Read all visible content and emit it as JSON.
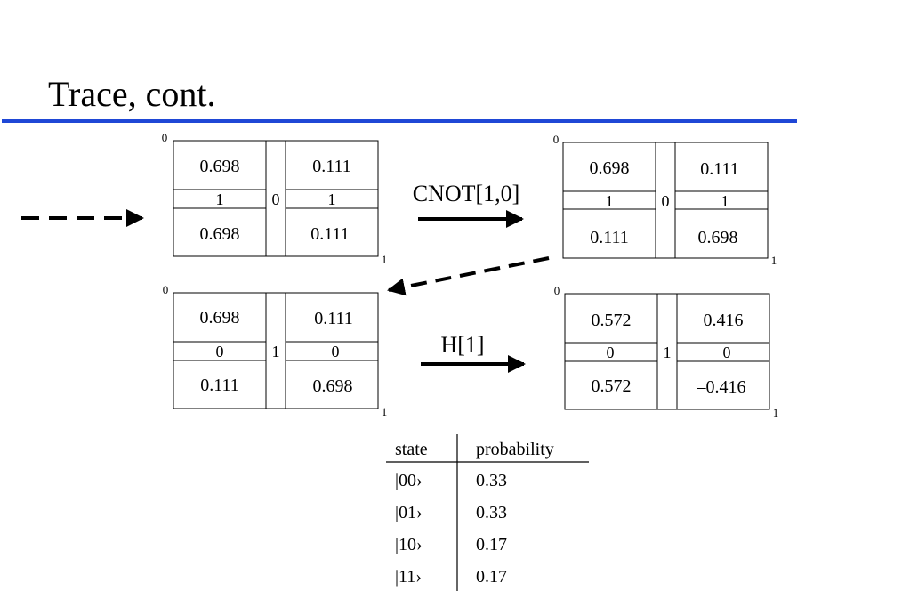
{
  "slide": {
    "title": "Trace, cont."
  },
  "panels": [
    {
      "id": "panel-top-left",
      "corner_top": "0",
      "corner_bottom": "1",
      "middle_label": "0",
      "left_block": {
        "top": "0.698",
        "label": "1",
        "bottom": "0.698"
      },
      "right_block": {
        "top": "0.111",
        "label": "1",
        "bottom": "0.111"
      }
    },
    {
      "id": "panel-top-right",
      "corner_top": "0",
      "corner_bottom": "1",
      "middle_label": "0",
      "left_block": {
        "top": "0.698",
        "label": "1",
        "bottom": "0.111"
      },
      "right_block": {
        "top": "0.111",
        "label": "1",
        "bottom": "0.698"
      }
    },
    {
      "id": "panel-bottom-left",
      "corner_top": "0",
      "corner_bottom": "1",
      "middle_label": "1",
      "left_block": {
        "top": "0.698",
        "label": "0",
        "bottom": "0.111"
      },
      "right_block": {
        "top": "0.111",
        "label": "0",
        "bottom": "0.698"
      }
    },
    {
      "id": "panel-bottom-right",
      "corner_top": "0",
      "corner_bottom": "1",
      "middle_label": "1",
      "left_block": {
        "top": "0.572",
        "label": "0",
        "bottom": "0.572"
      },
      "right_block": {
        "top": "0.416",
        "label": "0",
        "bottom": "–0.416"
      }
    }
  ],
  "operations": {
    "cnot_label": "CNOT[1,0]",
    "hadamard_label": "H[1]"
  },
  "probability_table": {
    "headers": [
      "state",
      "probability"
    ],
    "rows": [
      [
        "|00›",
        "0.33"
      ],
      [
        "|01›",
        "0.33"
      ],
      [
        "|10›",
        "0.17"
      ],
      [
        "|11›",
        "0.17"
      ]
    ]
  }
}
